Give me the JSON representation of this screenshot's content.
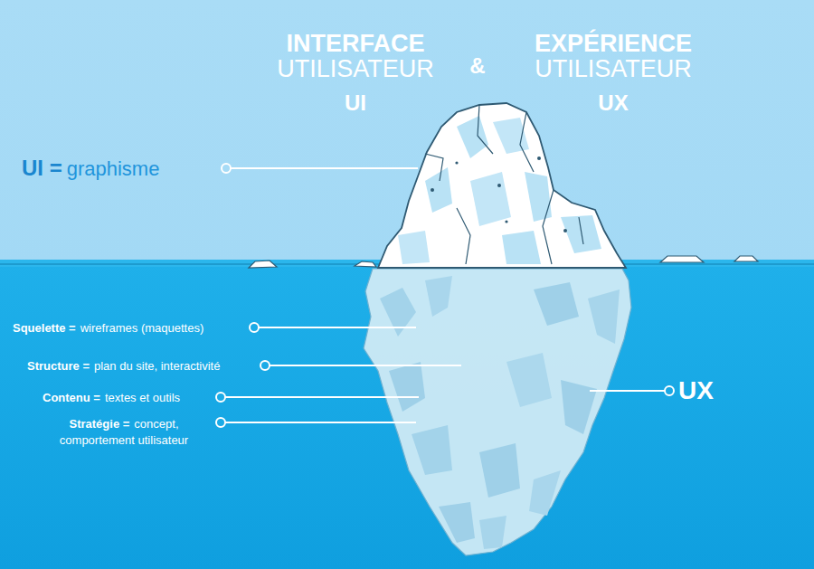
{
  "diagram": {
    "labels": [
      "INTERFACE",
      "UTILISATEUR",
      "UI",
      "&",
      "EXPÉRIENCE",
      "UTILISATEUR",
      "UX",
      "UI =",
      "graphisme",
      "Squelette =",
      "wireframes (maquettes)",
      "Structure =",
      "plan du site, interactivité",
      "Contenu =",
      "textes et outils",
      "Stratégie =",
      "concept, comportement utilisateur",
      "UX"
    ]
  }
}
